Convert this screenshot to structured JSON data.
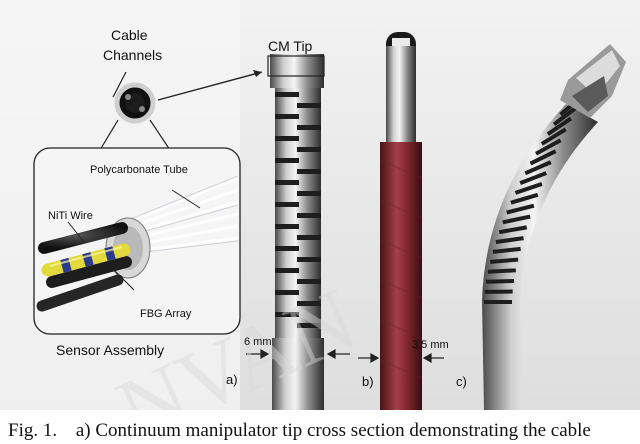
{
  "figure": {
    "labels": {
      "cable_channels": [
        "Cable",
        "Channels"
      ],
      "cm_tip": "CM Tip",
      "polycarbonate_tube": "Polycarbonate Tube",
      "niti_wire": "NiTi Wire",
      "fbg_array": "FBG Array",
      "sensor_assembly": "Sensor Assembly",
      "dim_a": "6 mm",
      "dim_b": "3.5 mm",
      "panel_a": "a)",
      "panel_b": "b)",
      "panel_c": "c)"
    },
    "colors": {
      "steel_light": "#dcdcdc",
      "steel_dark": "#3a3a3a",
      "red_tube": "#8b2b34",
      "yellow_fiber": "#e2d93c",
      "blue_fiber": "#2a3a8c",
      "background": "#ececec"
    }
  },
  "caption": {
    "number": "Fig. 1.",
    "text": "a) Continuum manipulator tip cross section demonstrating the cable"
  }
}
